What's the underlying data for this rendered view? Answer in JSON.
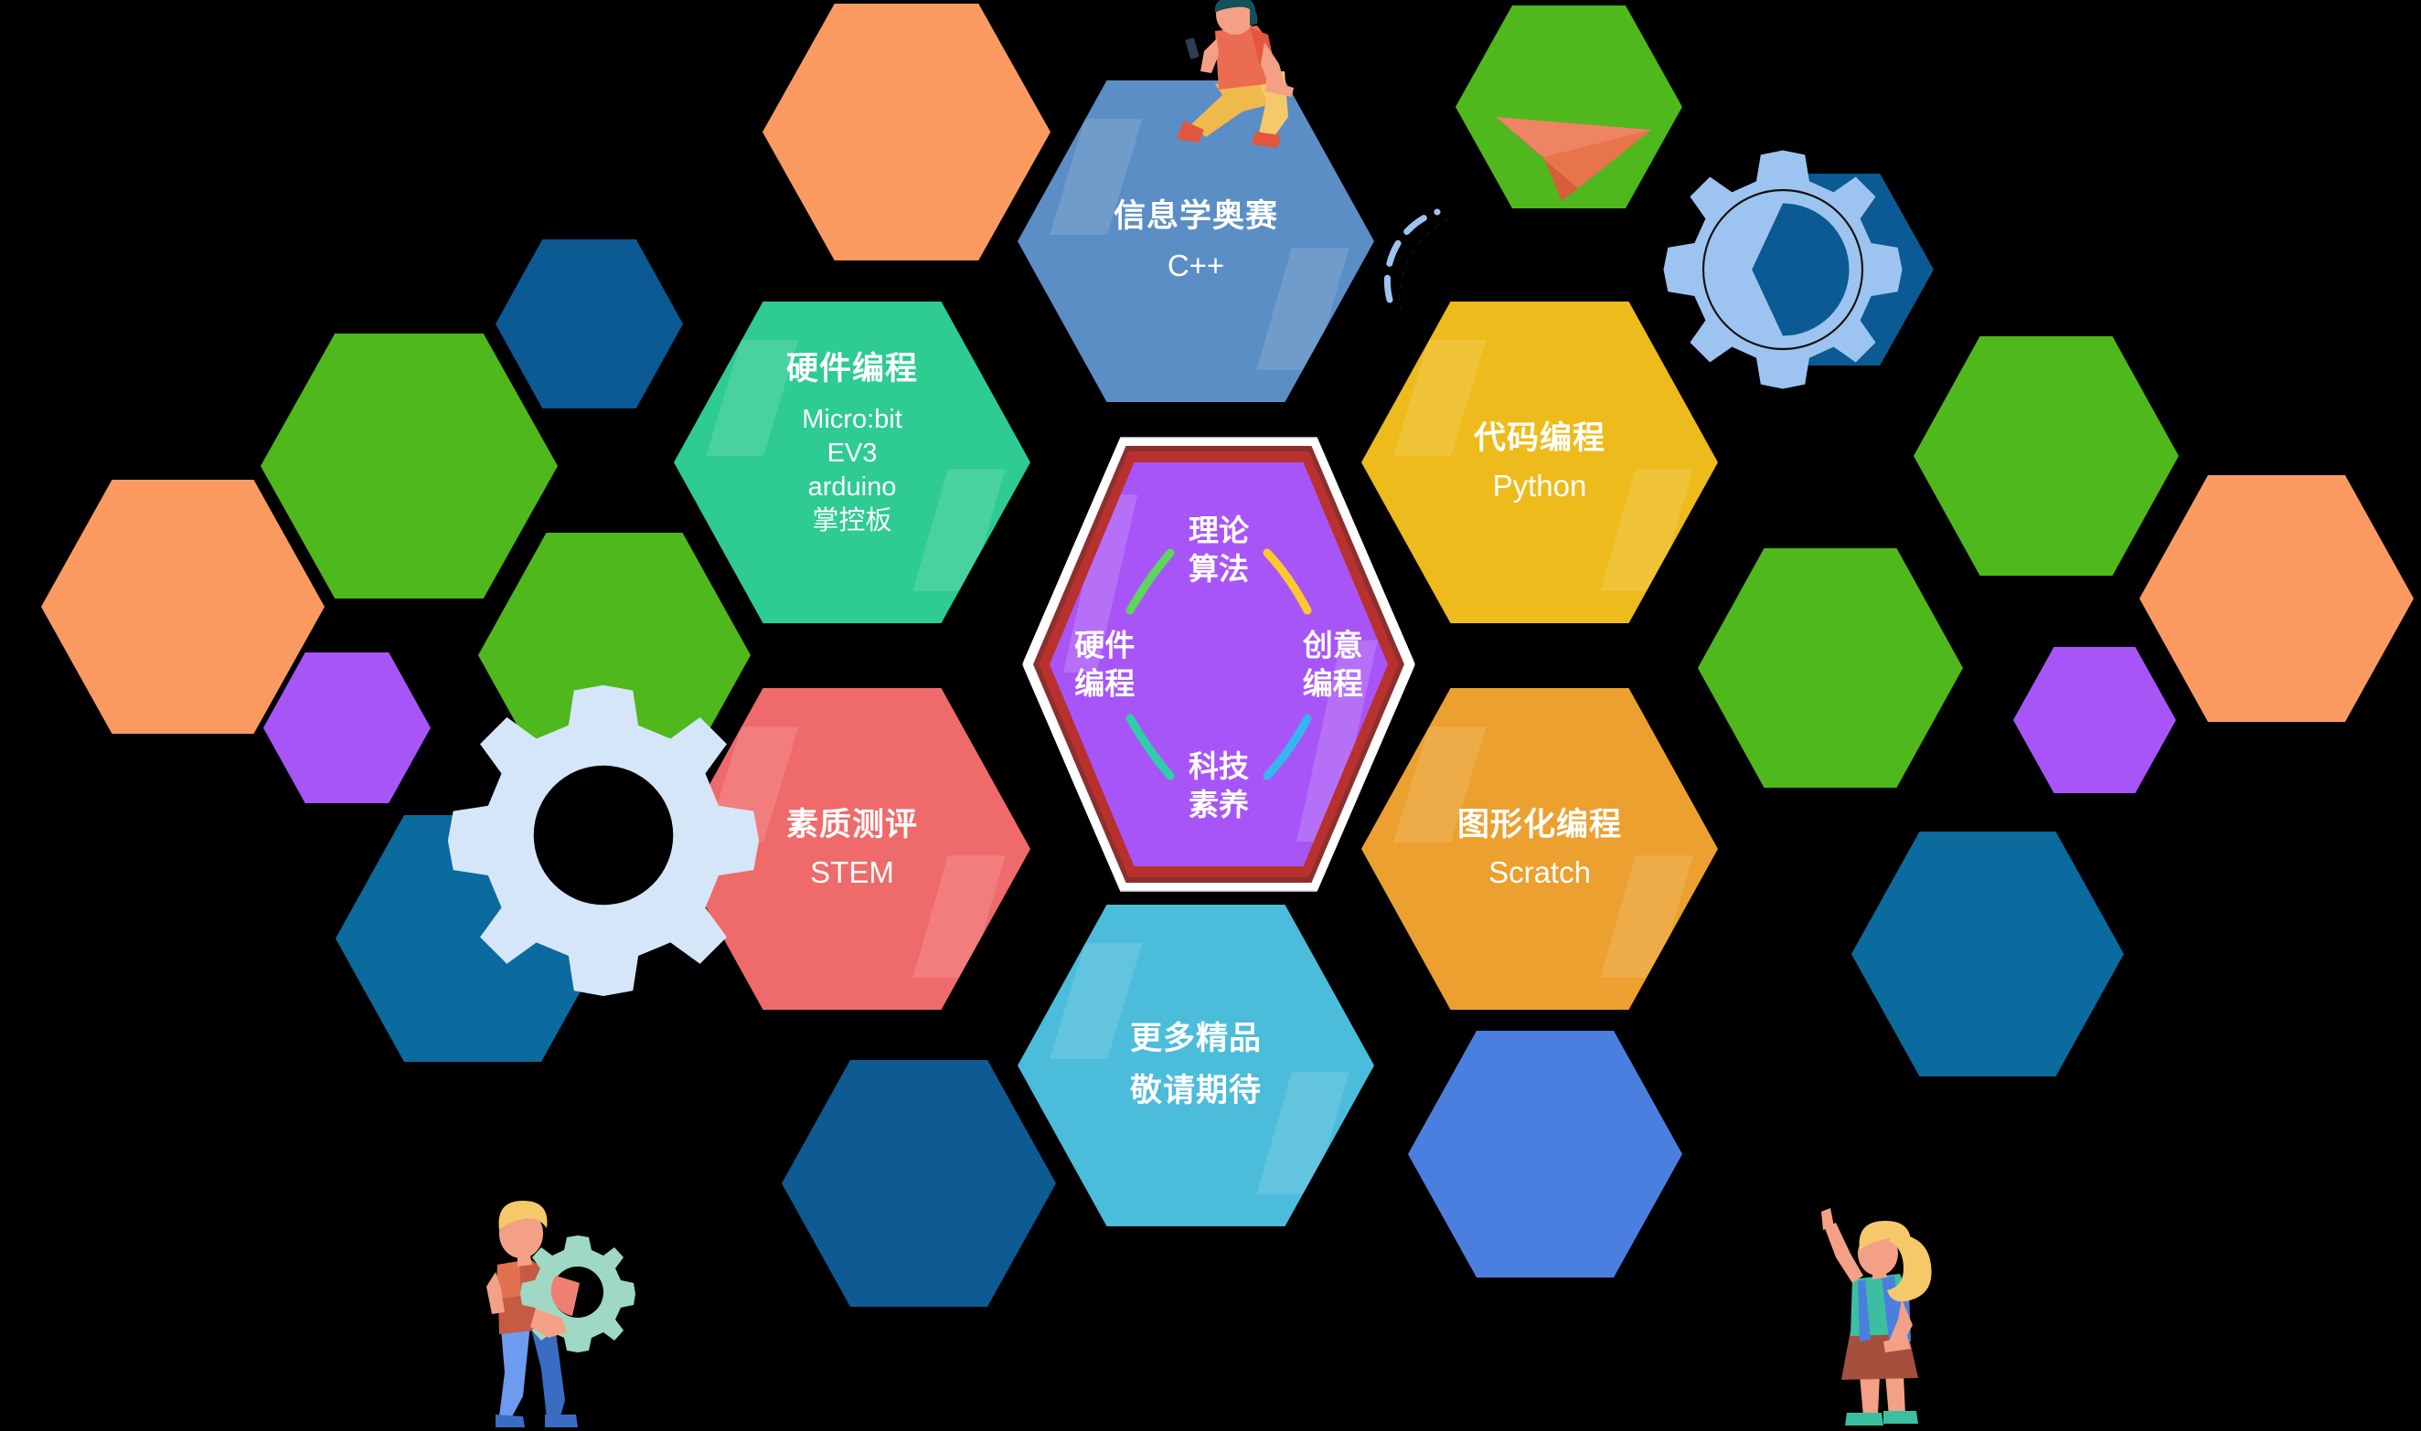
{
  "theme": {
    "background": "#000000",
    "center_fill": "#a855f7",
    "center_ring_outer": "#ffffff",
    "center_ring_mid": "#8d2f2d",
    "center_ring_inner": "#b8312f",
    "text_color": "#ffffff"
  },
  "center": {
    "name": "核心素养六边形",
    "top_label": "理论\n算法",
    "bottom_label": "科技\n素养",
    "left_label": "硬件\n编程",
    "right_label": "创意\n编程",
    "arcs": [
      {
        "name": "arc-top-left",
        "color": "#5cd65c"
      },
      {
        "name": "arc-top-right",
        "color": "#fbc82e"
      },
      {
        "name": "arc-bottom-left",
        "color": "#2ecfa8"
      },
      {
        "name": "arc-bottom-right",
        "color": "#36b6f0"
      }
    ]
  },
  "categories": [
    {
      "id": "informatics",
      "title": "信息学奥赛",
      "subtitle": "C++",
      "color": "#5b8ec4",
      "position": "top"
    },
    {
      "id": "code-programming",
      "title": "代码编程",
      "subtitle": "Python",
      "color": "#eebb1c",
      "position": "upper-right"
    },
    {
      "id": "block-programming",
      "title": "图形化编程",
      "subtitle": "Scratch",
      "color": "#eca02f",
      "position": "lower-right"
    },
    {
      "id": "coming-soon",
      "title": "更多精品",
      "subtitle": "敬请期待",
      "color": "#4cbcdb",
      "position": "bottom"
    },
    {
      "id": "stem-assessment",
      "title": "素质测评",
      "subtitle": "STEM",
      "color": "#ef6a6a",
      "position": "lower-left"
    },
    {
      "id": "hardware-programming",
      "title": "硬件编程",
      "lines": [
        "Micro:bit",
        "EV3",
        "arduino",
        "掌控板"
      ],
      "color": "#2ecb92",
      "position": "upper-left"
    }
  ],
  "decorations": [
    {
      "name": "hex-orange-top-left",
      "color": "#fb9a60"
    },
    {
      "name": "hex-orange-far-left",
      "color": "#fb9a60"
    },
    {
      "name": "hex-green-left",
      "color": "#4fb81c"
    },
    {
      "name": "hex-green-left-lower",
      "color": "#4fb81c"
    },
    {
      "name": "hex-darkblue-left",
      "color": "#0b5a93"
    },
    {
      "name": "hex-darkblue-left-low",
      "color": "#0b6a9e"
    },
    {
      "name": "hex-purple-left",
      "color": "#a855f7"
    },
    {
      "name": "hex-darkblue-bottom",
      "color": "#0e5a93"
    },
    {
      "name": "hex-green-top-right",
      "color": "#4fb81c"
    },
    {
      "name": "hex-green-right",
      "color": "#4fb81c"
    },
    {
      "name": "hex-green-right-lower",
      "color": "#4fb81c"
    },
    {
      "name": "hex-orange-far-right",
      "color": "#fb9a60"
    },
    {
      "name": "hex-purple-right",
      "color": "#a855f7"
    },
    {
      "name": "hex-darkblue-right",
      "color": "#0b6a9e"
    },
    {
      "name": "hex-blue-bottom-right",
      "color": "#4a7fe0"
    },
    {
      "name": "hex-darkblue-top-right",
      "color": "#0b5a93"
    }
  ],
  "illustrations": [
    {
      "name": "paper-plane-icon",
      "color": "#e8744c"
    },
    {
      "name": "gear-icon-right",
      "color": "#9dc4f0"
    },
    {
      "name": "gear-icon-left",
      "color": "#d4e6f7"
    },
    {
      "name": "person-sitting-with-phone",
      "shirt": "#ec6c52",
      "pants": "#f0b94c",
      "hair": "#12535b"
    },
    {
      "name": "boy-holding-gear",
      "shirt": "#c75a43",
      "pants": "#6d9bef",
      "hair": "#f5c96a",
      "gear": "#9fd9c4"
    },
    {
      "name": "girl-pointing-up",
      "shirt": "#3cbfa0",
      "skirt": "#a4503c",
      "hair": "#f5c96a",
      "backpack": "#4a7fe0"
    }
  ]
}
